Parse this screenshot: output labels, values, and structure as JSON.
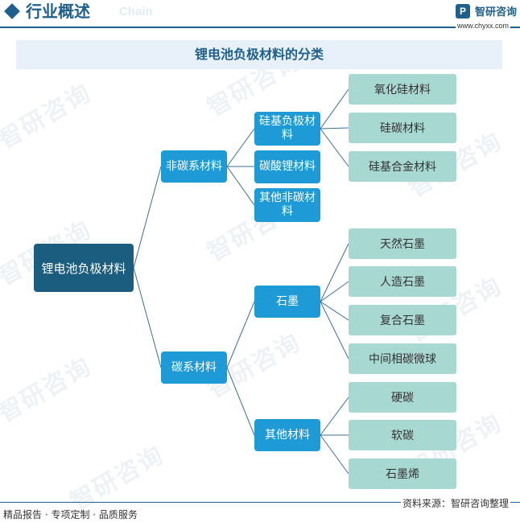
{
  "header": {
    "title": "行业概述",
    "title_en": "Chain",
    "logo_glyph": "P",
    "brand": "智研咨询",
    "url": "www.chyxx.com"
  },
  "watermark": "智研咨询",
  "diagram": {
    "title": "锂电池负极材料的分类",
    "root": "锂电池负极材料",
    "branches": [
      {
        "label": "非碳系材料",
        "children": [
          {
            "label": "硅基负极材料",
            "leaves": [
              "氧化硅材料",
              "硅碳材料",
              "硅基合金材料"
            ]
          },
          {
            "label": "碳酸锂材料",
            "leaves": []
          },
          {
            "label": "其他非碳材料",
            "leaves": []
          }
        ]
      },
      {
        "label": "碳系材料",
        "children": [
          {
            "label": "石墨",
            "leaves": [
              "天然石墨",
              "人造石墨",
              "复合石墨",
              "中间相碳微球"
            ]
          },
          {
            "label": "其他材料",
            "leaves": [
              "硬碳",
              "软碳",
              "石墨烯"
            ]
          }
        ]
      }
    ]
  },
  "footer": {
    "left": "精品报告 · 专项定制 · 品质服务",
    "right": "资料来源：智研咨询整理"
  },
  "colors": {
    "root_fill": "#1b5d7e",
    "branch_fill": "#1e9bd7",
    "leaf_fill": "#a8d8d2",
    "connector": "#3c6f8f",
    "header_blue": "#1e5f8c"
  }
}
